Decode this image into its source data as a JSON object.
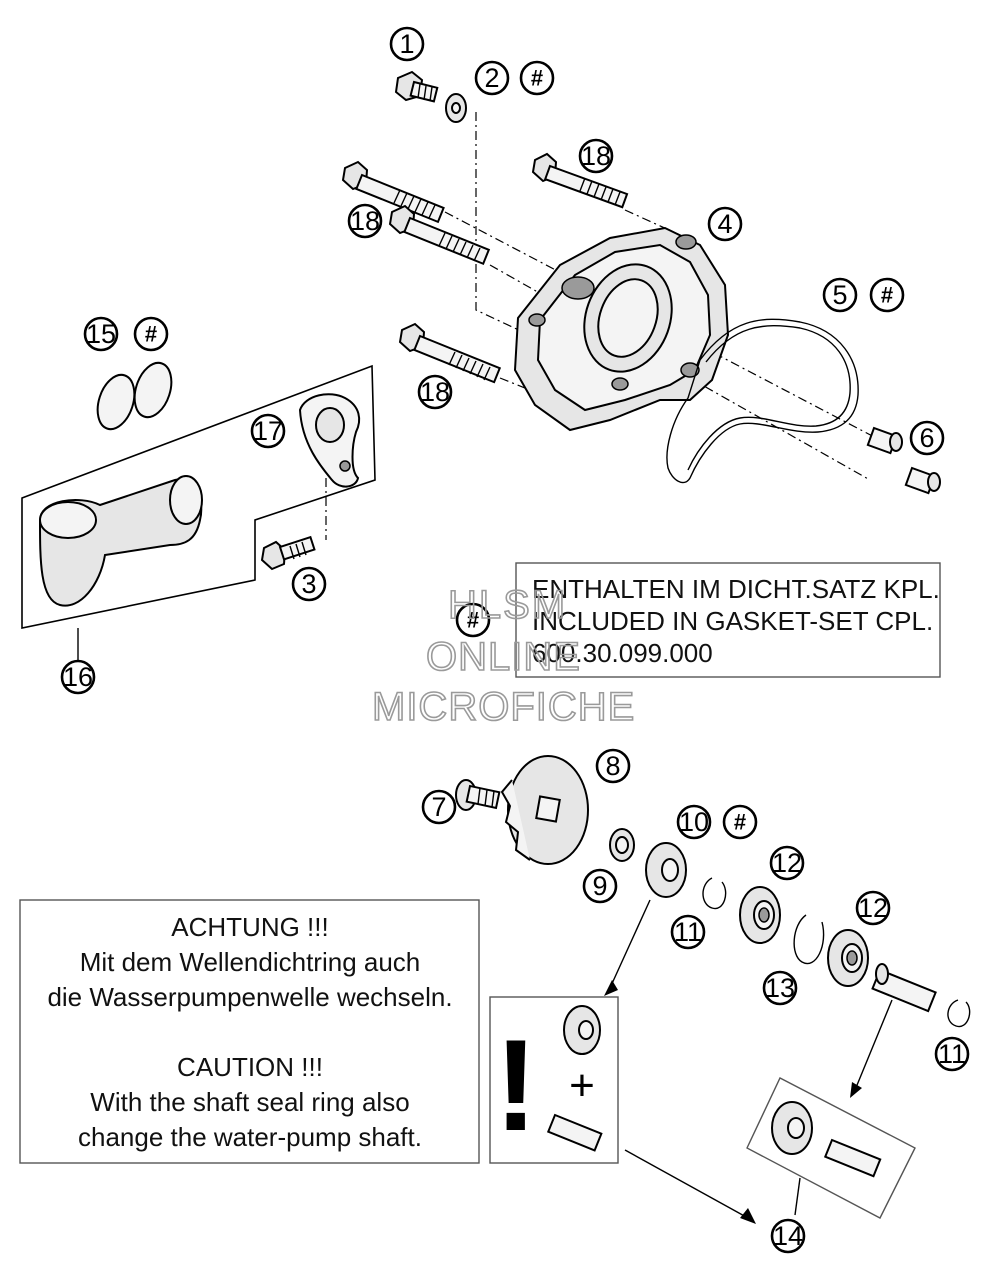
{
  "callouts": [
    {
      "id": "c1",
      "label": "①",
      "text": "1"
    },
    {
      "id": "c2",
      "text": "2"
    },
    {
      "id": "c3",
      "text": "3"
    },
    {
      "id": "c4",
      "text": "4"
    },
    {
      "id": "c5",
      "text": "5"
    },
    {
      "id": "c6",
      "text": "6"
    },
    {
      "id": "c7",
      "text": "7"
    },
    {
      "id": "c8",
      "text": "8"
    },
    {
      "id": "c9",
      "text": "9"
    },
    {
      "id": "c10",
      "text": "10"
    },
    {
      "id": "c11a",
      "text": "11"
    },
    {
      "id": "c11b",
      "text": "11"
    },
    {
      "id": "c12a",
      "text": "12"
    },
    {
      "id": "c12b",
      "text": "12"
    },
    {
      "id": "c13",
      "text": "13"
    },
    {
      "id": "c14",
      "text": "14"
    },
    {
      "id": "c15",
      "text": "15"
    },
    {
      "id": "c16",
      "text": "16"
    },
    {
      "id": "c17",
      "text": "17"
    },
    {
      "id": "c18a",
      "text": "18"
    },
    {
      "id": "c18b",
      "text": "18"
    },
    {
      "id": "c18c",
      "text": "18"
    }
  ],
  "hash_marker": "#",
  "gasket_note": {
    "line1": "ENTHALTEN IM DICHT.SATZ KPL.",
    "line2": "INCLUDED IN GASKET-SET CPL.",
    "line3": "600.30.099.000"
  },
  "warning": {
    "de_title": "ACHTUNG !!!",
    "de_line1": "Mit dem Wellendichtring auch",
    "de_line2": "die Wasserpumpenwelle wechseln.",
    "en_title": "CAUTION !!!",
    "en_line1": "With the shaft seal ring also",
    "en_line2": "change the water-pump shaft."
  },
  "kit_symbols": {
    "exclamation": "!",
    "plus": "+"
  },
  "watermark": {
    "line1": "HLSM",
    "line2": "ONLINE",
    "line3": "MICROFICHE"
  }
}
